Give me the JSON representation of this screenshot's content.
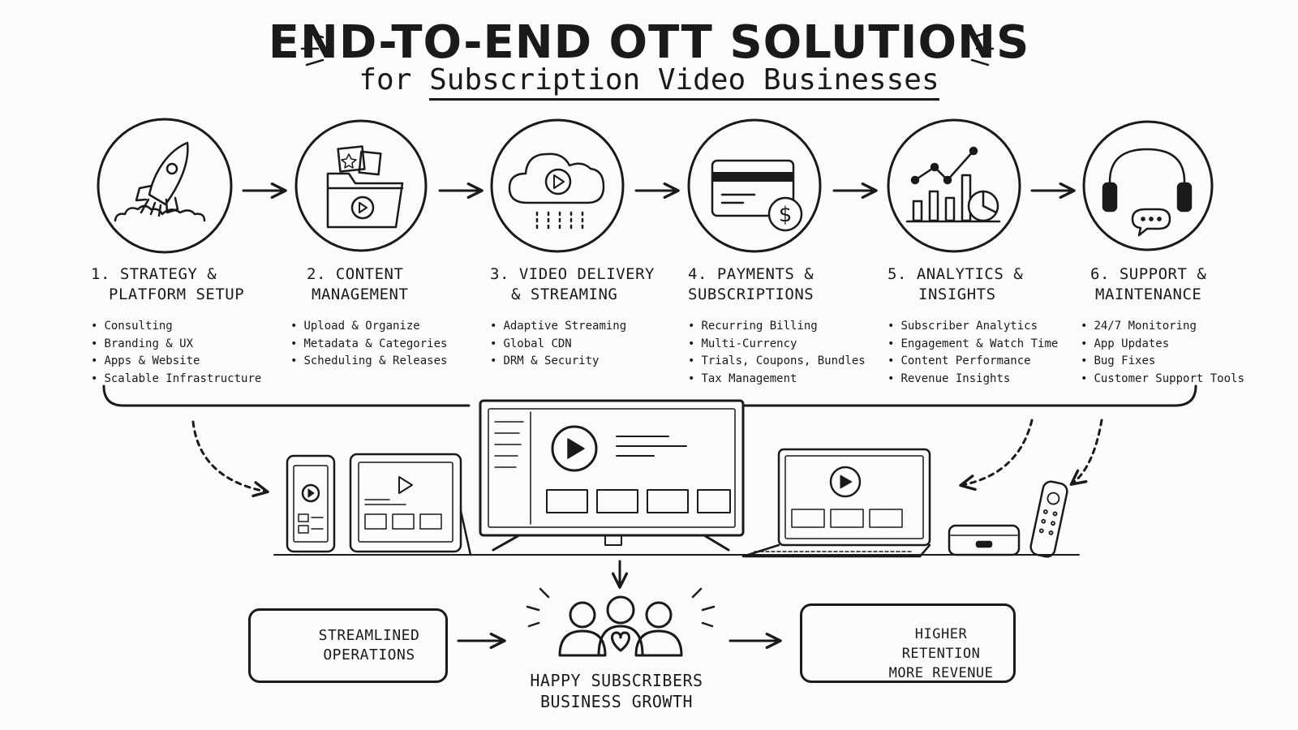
{
  "header": {
    "title": "END-TO-END OTT SOLUTIONS",
    "subtitle_prefix": "for",
    "subtitle_main": "Subscription Video Businesses"
  },
  "stages": [
    {
      "icon": "rocket-icon",
      "title_lines": [
        "1. STRATEGY &",
        "PLATFORM SETUP"
      ],
      "items": [
        "Consulting",
        "Branding & UX",
        "Apps & Website",
        "Scalable Infrastructure"
      ]
    },
    {
      "icon": "content-folder-icon",
      "title_lines": [
        "2. CONTENT",
        "MANAGEMENT"
      ],
      "items": [
        "Upload & Organize",
        "Metadata & Categories",
        "Scheduling & Releases"
      ]
    },
    {
      "icon": "cloud-play-icon",
      "title_lines": [
        "3. VIDEO DELIVERY",
        "& STREAMING"
      ],
      "items": [
        "Adaptive Streaming",
        "Global CDN",
        "DRM & Security"
      ]
    },
    {
      "icon": "credit-card-icon",
      "title_lines": [
        "4. PAYMENTS &",
        "SUBSCRIPTIONS"
      ],
      "items": [
        "Recurring Billing",
        "Multi-Currency",
        "Trials, Coupons, Bundles",
        "Tax Management"
      ]
    },
    {
      "icon": "analytics-chart-icon",
      "title_lines": [
        "5. ANALYTICS &",
        "INSIGHTS"
      ],
      "items": [
        "Subscriber Analytics",
        "Engagement & Watch Time",
        "Content Performance",
        "Revenue Insights"
      ]
    },
    {
      "icon": "headset-icon",
      "title_lines": [
        "6. SUPPORT &",
        "MAINTENANCE"
      ],
      "items": [
        "24/7 Monitoring",
        "App Updates",
        "Bug Fixes",
        "Customer Support Tools"
      ]
    }
  ],
  "devices": [
    "phone-icon",
    "tablet-icon",
    "tv-icon",
    "laptop-icon",
    "set-top-box-icon",
    "remote-icon"
  ],
  "outcomes": {
    "left": {
      "icon": "checkmark-icon",
      "lines": [
        "STREAMLINED",
        "OPERATIONS"
      ]
    },
    "center": {
      "icon": "subscribers-icon",
      "lines": [
        "HAPPY SUBSCRIBERS",
        "BUSINESS GROWTH"
      ]
    },
    "right": {
      "icon": "growth-chart-icon",
      "lines": [
        "HIGHER RETENTION",
        "MORE REVENUE"
      ]
    }
  }
}
